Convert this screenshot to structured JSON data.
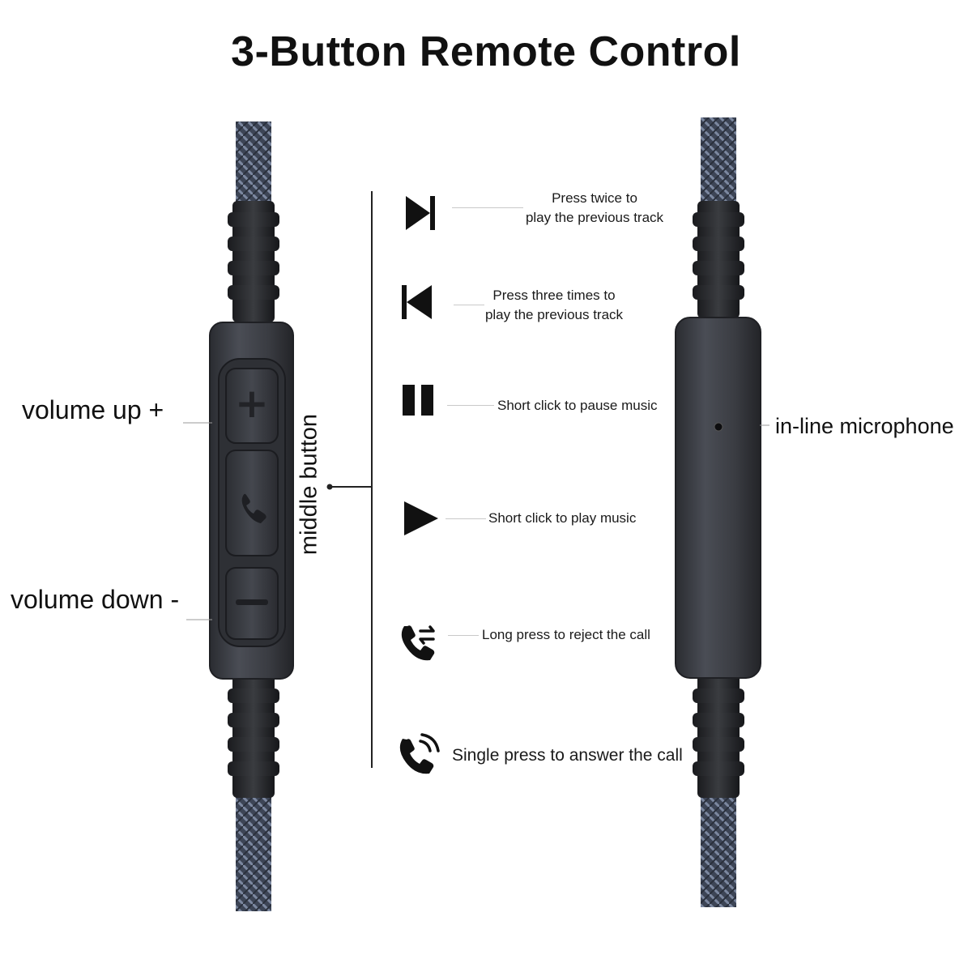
{
  "title": "3-Button Remote Control",
  "left_remote": {
    "volume_up_label": "volume up +",
    "volume_down_label": "volume down -",
    "middle_button_label": "middle button",
    "buttons": [
      {
        "name": "plus",
        "glyph": "+"
      },
      {
        "name": "middle",
        "glyph": "phone"
      },
      {
        "name": "minus",
        "glyph": "−"
      }
    ]
  },
  "right_remote": {
    "microphone_label": "in-line microphone"
  },
  "functions": [
    {
      "icon": "next-track-icon",
      "lines": [
        "Press twice to",
        "play the previous track"
      ]
    },
    {
      "icon": "previous-track-icon",
      "lines": [
        "Press three times to",
        "play the previous track"
      ]
    },
    {
      "icon": "pause-icon",
      "lines": [
        "Short click to pause music"
      ]
    },
    {
      "icon": "play-icon",
      "lines": [
        "Short click to play music"
      ]
    },
    {
      "icon": "reject-call-icon",
      "lines": [
        "Long press to reject the call"
      ]
    },
    {
      "icon": "answer-call-icon",
      "lines": [
        "Single press to answer the call"
      ]
    }
  ],
  "colors": {
    "remote_body": "#3a3c42",
    "cable_braid": "#4a5468",
    "text": "#111111"
  }
}
